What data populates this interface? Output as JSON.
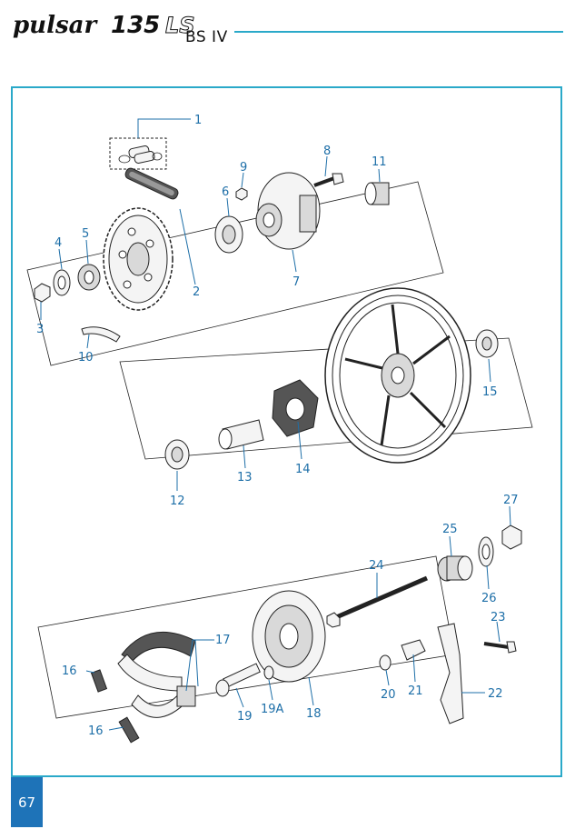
{
  "header": {
    "brand": "pulsar",
    "model_number": "135",
    "model_suffix": "LS",
    "variant": "BS IV"
  },
  "page": {
    "number": "67"
  },
  "colors": {
    "accent": "#2aa9c9",
    "label": "#1e6fa8",
    "page_box": "#1e73b8"
  },
  "callouts": [
    {
      "id": "c1",
      "text": "1"
    },
    {
      "id": "c2",
      "text": "2"
    },
    {
      "id": "c3",
      "text": "3"
    },
    {
      "id": "c4",
      "text": "4"
    },
    {
      "id": "c5",
      "text": "5"
    },
    {
      "id": "c6",
      "text": "6"
    },
    {
      "id": "c7",
      "text": "7"
    },
    {
      "id": "c8",
      "text": "8"
    },
    {
      "id": "c9",
      "text": "9"
    },
    {
      "id": "c10",
      "text": "10"
    },
    {
      "id": "c11",
      "text": "11"
    },
    {
      "id": "c12",
      "text": "12"
    },
    {
      "id": "c13",
      "text": "13"
    },
    {
      "id": "c14",
      "text": "14"
    },
    {
      "id": "c15",
      "text": "15"
    },
    {
      "id": "c16a",
      "text": "16"
    },
    {
      "id": "c16b",
      "text": "16"
    },
    {
      "id": "c17",
      "text": "17"
    },
    {
      "id": "c18",
      "text": "18"
    },
    {
      "id": "c19",
      "text": "19"
    },
    {
      "id": "c19A",
      "text": "19A"
    },
    {
      "id": "c20",
      "text": "20"
    },
    {
      "id": "c21",
      "text": "21"
    },
    {
      "id": "c22",
      "text": "22"
    },
    {
      "id": "c23",
      "text": "23"
    },
    {
      "id": "c24",
      "text": "24"
    },
    {
      "id": "c25",
      "text": "25"
    },
    {
      "id": "c26",
      "text": "26"
    },
    {
      "id": "c27",
      "text": "27"
    }
  ]
}
